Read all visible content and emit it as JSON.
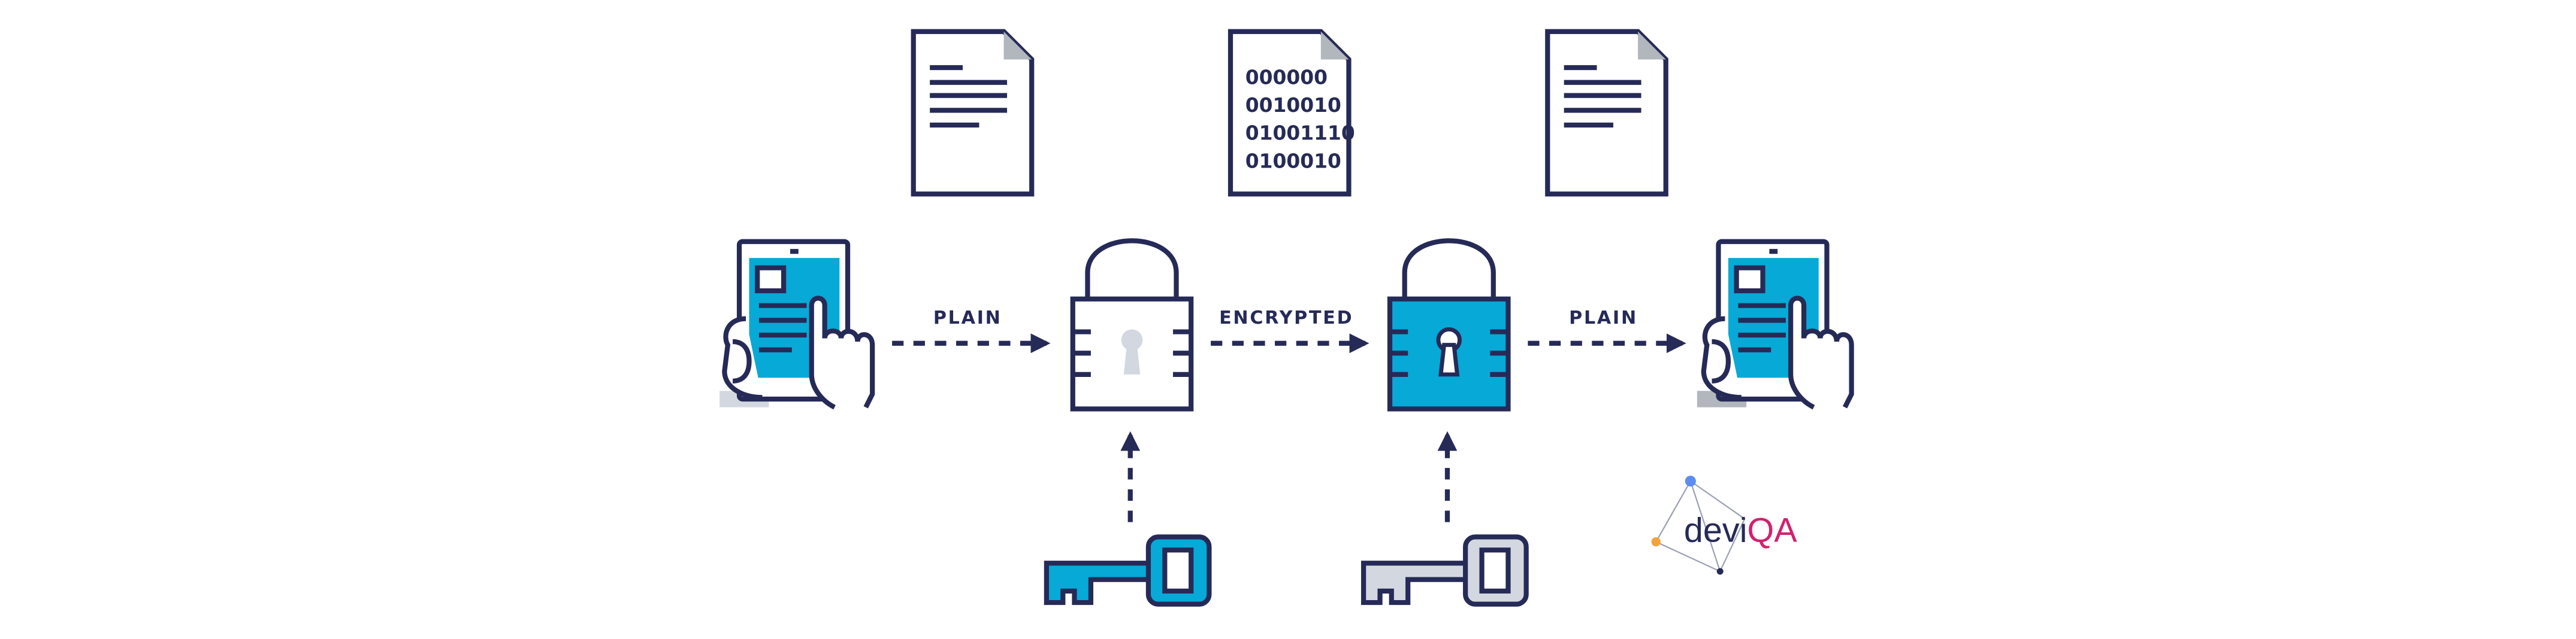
{
  "colors": {
    "navy": "#262a57",
    "cyan": "#07a9d6",
    "gray": "#b2b6bd",
    "light_gray": "#d3d8e0",
    "white": "#ffffff",
    "logo_magenta": "#d4206e",
    "logo_blue": "#5b8ef0",
    "logo_orange": "#f3a33a",
    "logo_line": "#9aa0b3"
  },
  "flow": {
    "plain_left": "PLAIN",
    "encrypted": "ENCRYPTED",
    "plain_right": "PLAIN"
  },
  "ciphertext_lines": [
    "000000",
    "0010010",
    "01001110",
    "0100010"
  ],
  "logo": {
    "part1": "devi",
    "part2": "QA"
  },
  "icons": [
    "document-icon",
    "encrypted-document-icon",
    "document-icon",
    "tablet-hand-icon",
    "padlock-icon",
    "padlock-icon",
    "tablet-hand-icon",
    "key-icon",
    "key-icon",
    "deviqa-logo"
  ]
}
